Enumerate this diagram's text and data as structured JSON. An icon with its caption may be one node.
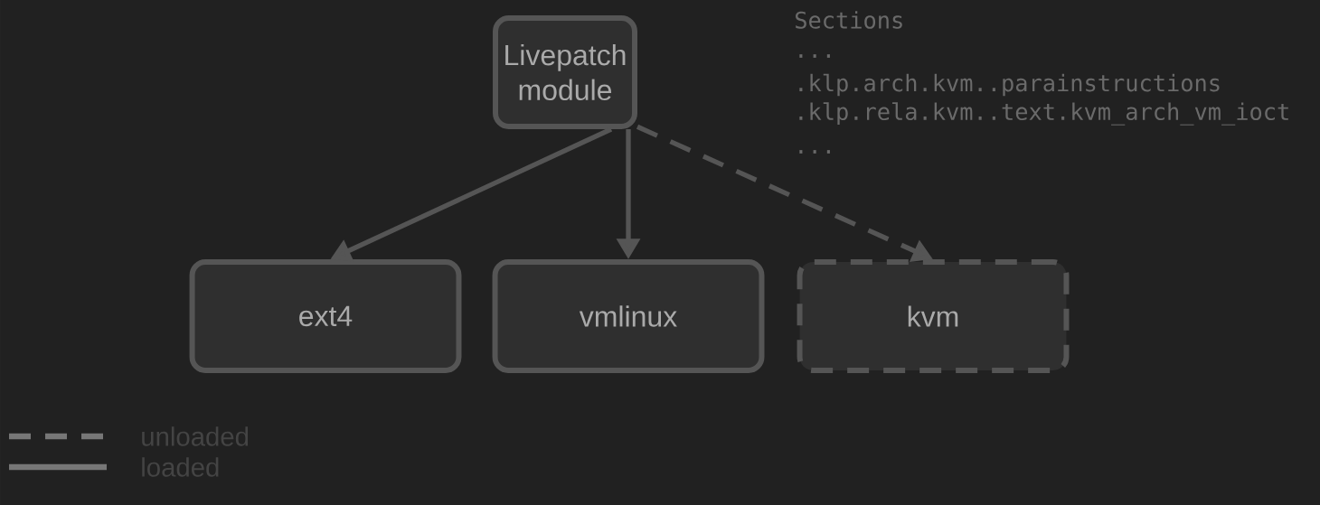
{
  "diagram": {
    "nodes": [
      {
        "text": [
          "Livepatch module"
        ],
        "beside": [
          "Sections",
          "...",
          ".klp.arch.kvm..parainstructions",
          ".klp.rela.kvm..text.kvm_arch_vm_ioct",
          "..."
        ]
      },
      {
        "text": [
          "ext4"
        ]
      },
      {
        "text": [
          "vmlinux"
        ]
      },
      {
        "text": [
          "kvm"
        ]
      }
    ],
    "edges": [
      {
        "from": 0,
        "to": 1,
        "arrow": "to"
      },
      {
        "from": 0,
        "to": 2,
        "arrow": "to"
      },
      {
        "from": 0,
        "to": 3,
        "arrow": "to",
        "style": "dashed"
      }
    ],
    "legend": [
      {
        "text": "unloaded"
      },
      {
        "text": "loaded"
      }
    ]
  }
}
